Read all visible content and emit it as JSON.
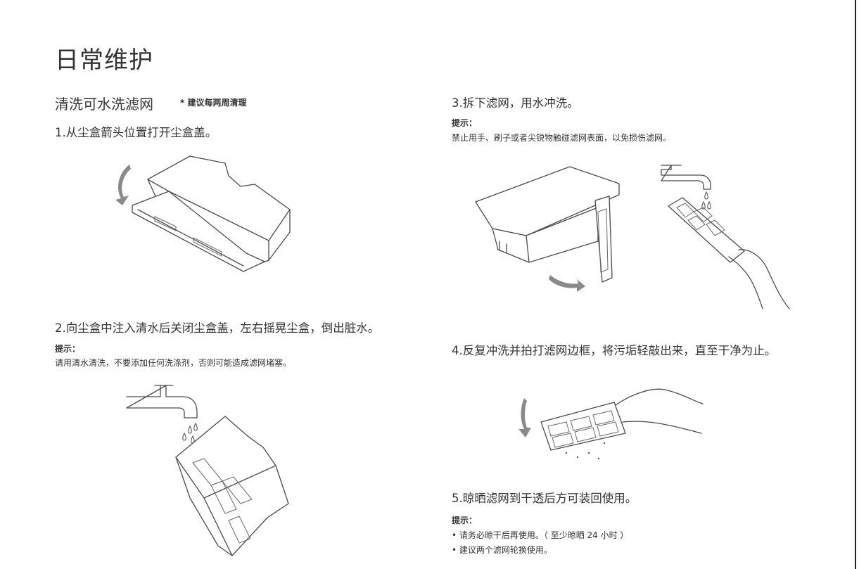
{
  "page": {
    "title": "日常维护",
    "section_title": "清洗可水洗滤网",
    "section_note": "* 建议每两周清理"
  },
  "steps": {
    "s1": {
      "text": "1.从尘盒箭头位置打开尘盒盖。"
    },
    "s2": {
      "text": "2.向尘盒中注入清水后关闭尘盒盖，左右摇晃尘盒，倒出脏水。",
      "tip_label": "提示：",
      "tip": "请用清水清洗，不要添加任何洗涤剂，否则可能造成滤网堵塞。"
    },
    "s3": {
      "text": "3.拆下滤网，用水冲洗。",
      "tip_label": "提示：",
      "tip": "禁止用手、刷子或者尖锐物触碰滤网表面，以免损伤滤网。"
    },
    "s4": {
      "text": "4.反复冲洗并拍打滤网边框，将污垢轻敲出来，直至干净为止。"
    },
    "s5": {
      "text": "5.晾晒滤网到干透后方可装回使用。",
      "tip_label": "提示：",
      "bullets": [
        "请务必晾干后再使用。（ 至少晾晒 24 小时 ）",
        "建议两个滤网轮换使用。"
      ]
    }
  },
  "illustrations": {
    "fig1": {
      "icon": "dustbin-open-lid-icon"
    },
    "fig2": {
      "icon": "faucet-fill-dustbin-icon"
    },
    "fig3": {
      "icon": "remove-filter-rinse-icon"
    },
    "fig4": {
      "icon": "tap-filter-icon"
    }
  },
  "colors": {
    "text": "#333333",
    "line": "#4a4a4a",
    "arrow": "#8a8a8a"
  }
}
